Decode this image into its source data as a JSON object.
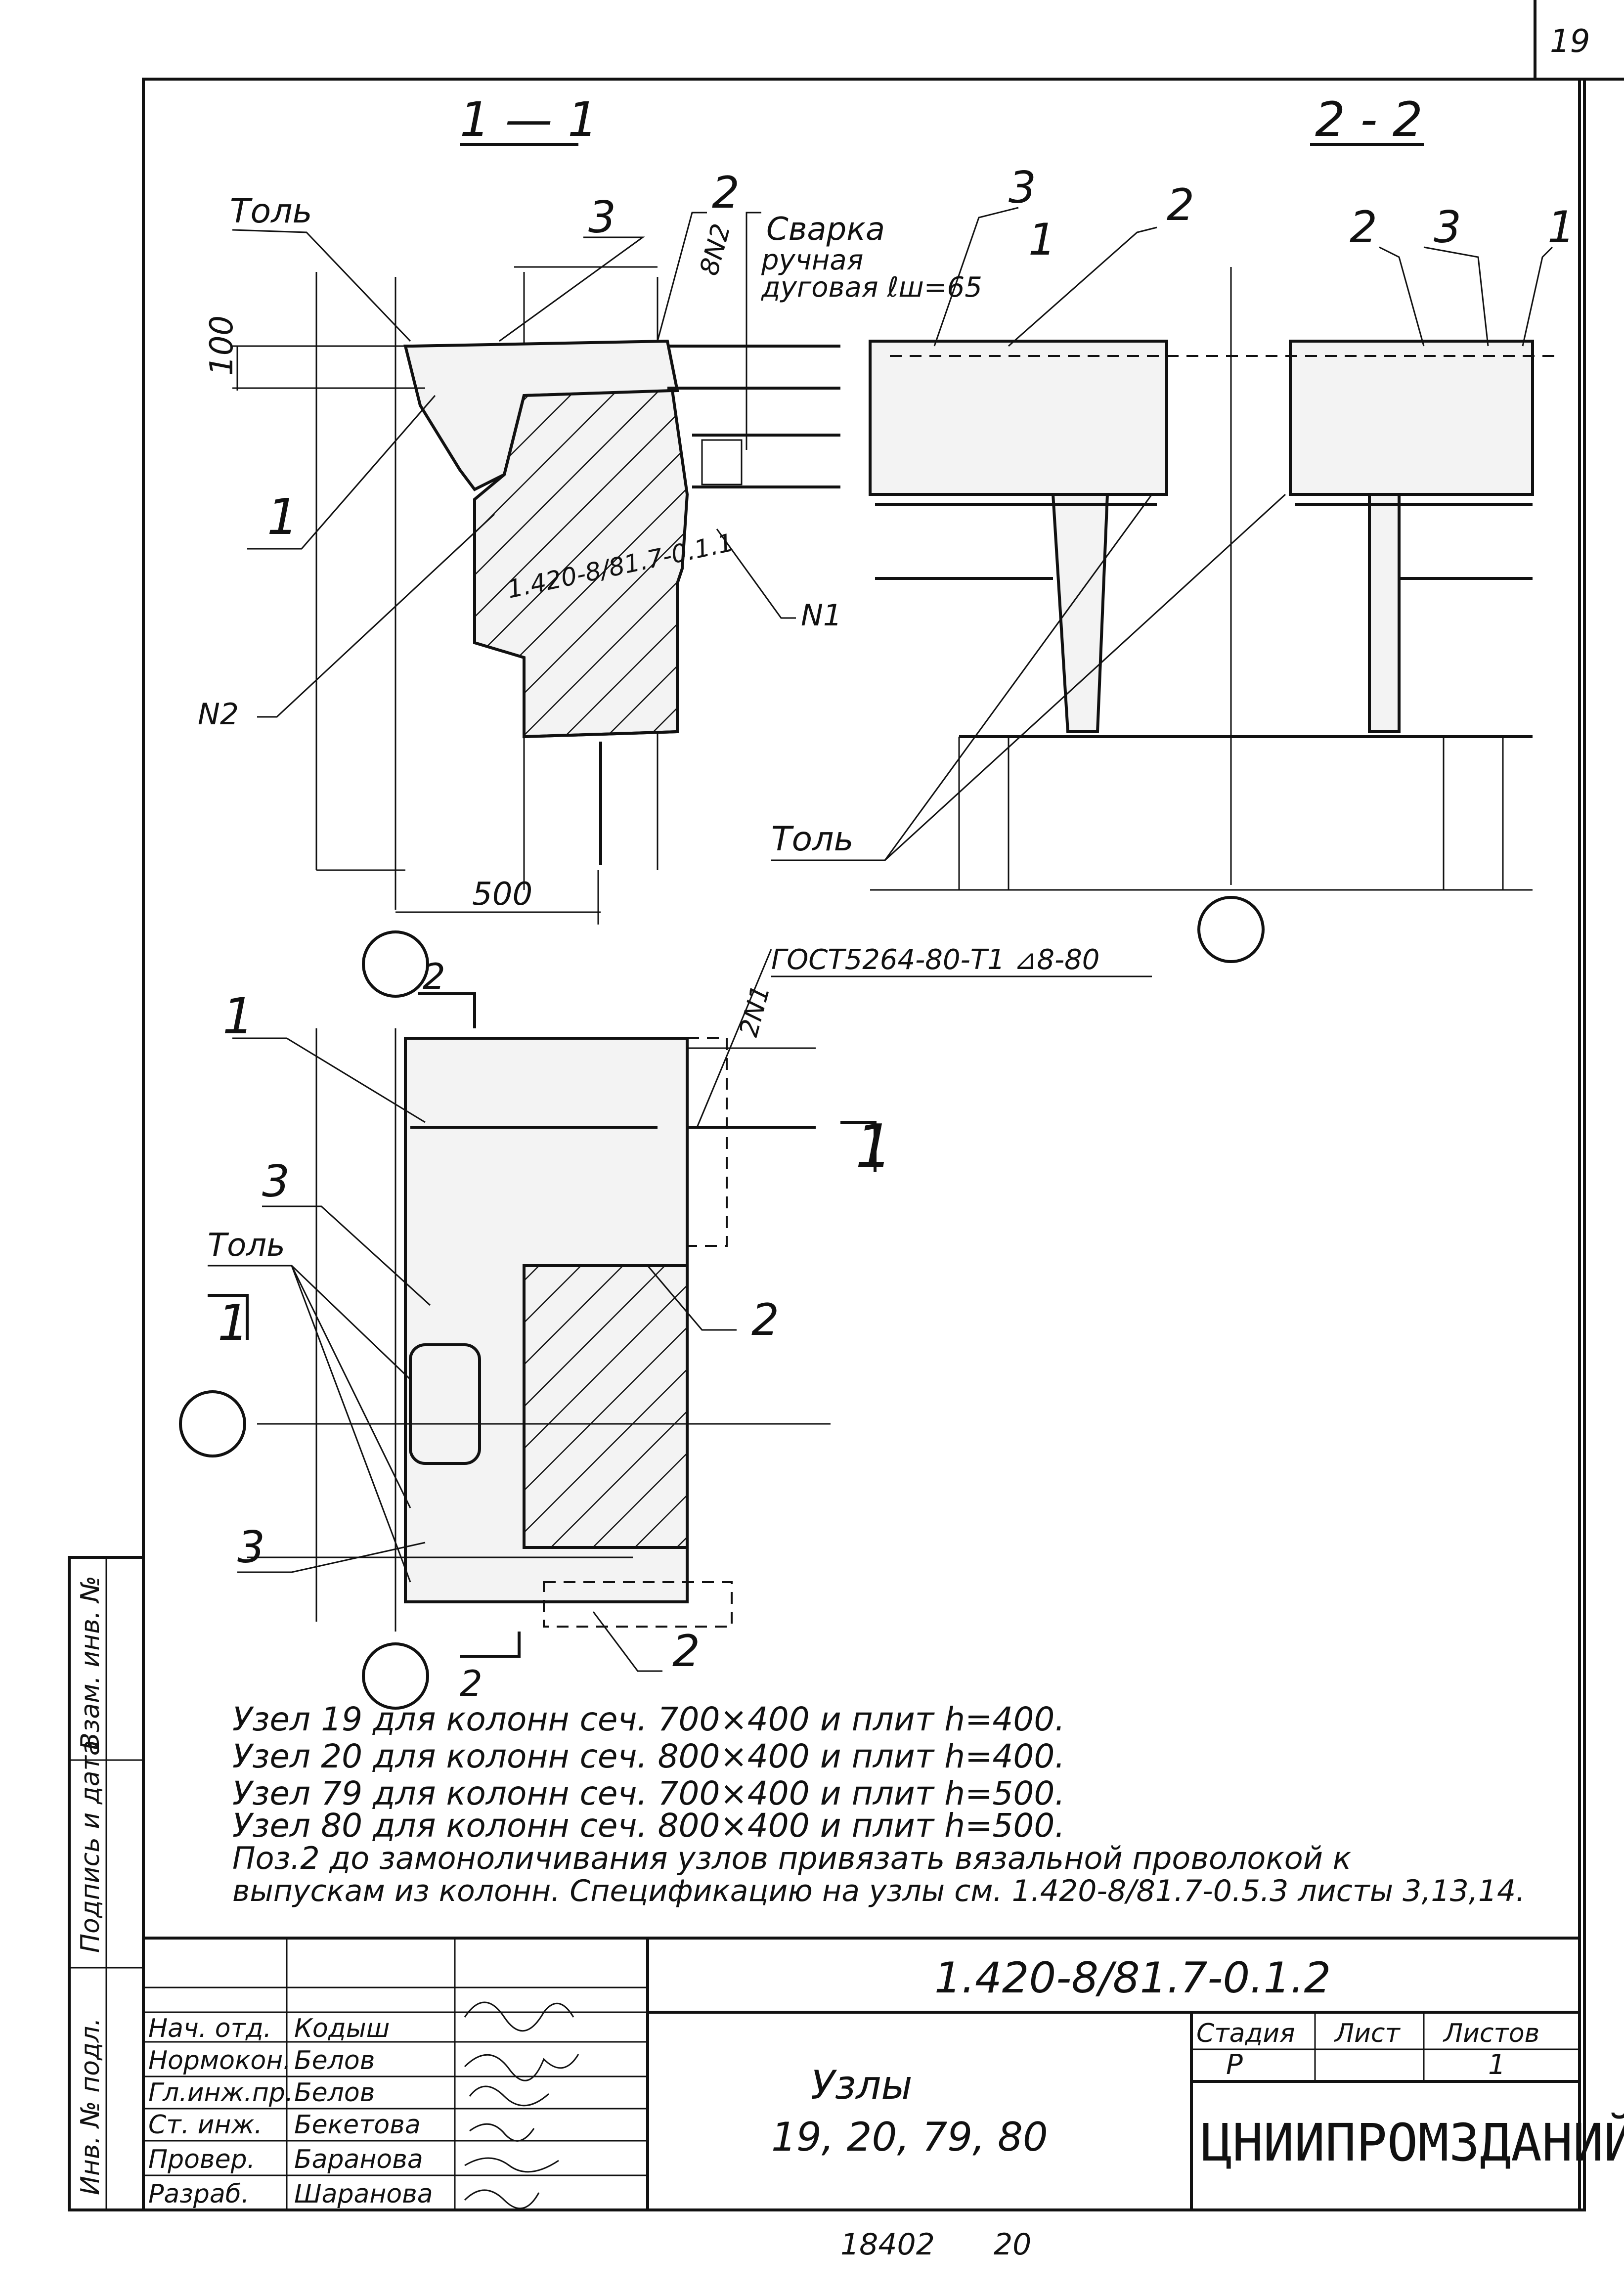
{
  "sheet_number": "19",
  "sections": {
    "s1": "1 — 1",
    "s2": "2 - 2"
  },
  "labels": {
    "tol": "Толь",
    "tol_lower": "Толь",
    "svarka": "Сварка",
    "svarka_sub1": "ручная",
    "svarka_sub2": "дуговая ℓш=65",
    "weld_8n2": "8N2",
    "n1": "N1",
    "n2": "N2",
    "dim_100": "100",
    "dim_500": "500",
    "gost": "ГОСТ5264-80-Т1 ⊿8-80",
    "weld_2n1": "2N1",
    "cut_2_top": "2",
    "cut_2_bottom": "2",
    "cut_1_left": "1",
    "cut_1_right": "1",
    "slab_mark": "1.420-8/81.7-0.1.1",
    "pos1": "1",
    "pos2": "2",
    "pos3": "3",
    "pos3b": "3"
  },
  "notes": [
    "Узел 19 для колонн сеч. 700×400 и плит h=400.",
    "Узел 20 для колонн сеч. 800×400 и плит h=400.",
    "Узел 79 для колонн сеч. 700×400 и плит h=500.",
    "Узел 80 для колонн сеч. 800×400 и плит h=500.",
    "Поз.2 до замоноличивания узлов привязать вязальной проволокой к",
    "выпускам из колонн. Спецификацию на узлы см. 1.420-8/81.7-0.5.3 листы 3,13,14."
  ],
  "side_stamp": [
    "Инв. № подл.",
    "Подпись и дата",
    "Взам. инв. №"
  ],
  "title_block": {
    "doc_code": "1.420-8/81.7-0.1.2",
    "title": "Узлы",
    "subtitle": "19, 20, 79, 80",
    "stage_header": "Стадия",
    "sheet_header": "Лист",
    "sheets_header": "Листов",
    "stage": "Р",
    "sheet": "",
    "sheets": "1",
    "org": "ЦНИИПРОМЗДАНИЙ",
    "people": [
      {
        "role": "Нач. отд.",
        "name": "Кодыш"
      },
      {
        "role": "Нормокон.",
        "name": "Белов"
      },
      {
        "role": "Гл.инж.пр.",
        "name": "Белов"
      },
      {
        "role": "Ст. инж.",
        "name": "Бекетова"
      },
      {
        "role": "Провер.",
        "name": "Баранова"
      },
      {
        "role": "Разраб.",
        "name": "Шаранова"
      }
    ]
  },
  "footer": {
    "archive_no": "18402",
    "page": "20"
  }
}
